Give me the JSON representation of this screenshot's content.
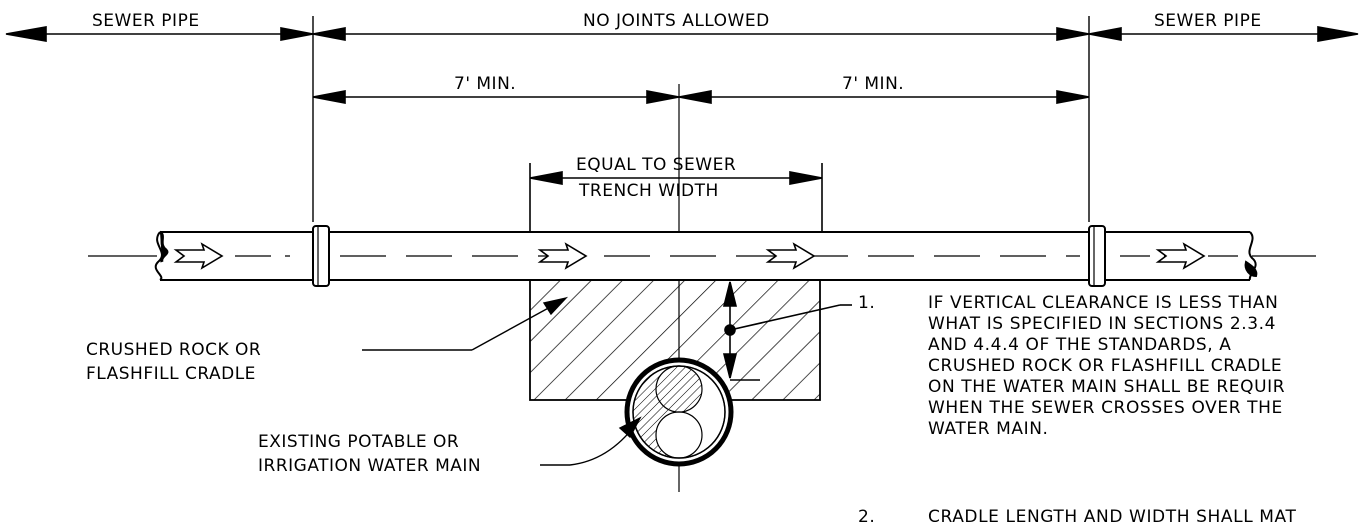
{
  "labels": {
    "sewer_pipe_left": "SEWER PIPE",
    "no_joints": "NO JOINTS ALLOWED",
    "sewer_pipe_right": "SEWER PIPE",
    "min_left": "7' MIN.",
    "min_right": "7' MIN.",
    "trench_line1": "EQUAL TO SEWER",
    "trench_line2": "TRENCH WIDTH",
    "cradle_line1": "CRUSHED ROCK OR",
    "cradle_line2": "FLASHFILL CRADLE",
    "main_line1": "EXISTING POTABLE OR",
    "main_line2": "IRRIGATION WATER MAIN"
  },
  "notes": [
    {
      "number": "1.",
      "lines": [
        "IF VERTICAL CLEARANCE IS LESS THAN",
        "WHAT IS SPECIFIED IN SECTIONS 2.3.4",
        "AND 4.4.4 OF THE STANDARDS, A",
        "CRUSHED ROCK OR FLASHFILL CRADLE",
        "ON THE WATER MAIN SHALL BE REQUIR",
        "WHEN THE SEWER CROSSES OVER THE",
        "WATER MAIN."
      ]
    },
    {
      "number": "2.",
      "lines": [
        "CRADLE LENGTH AND WIDTH SHALL MAT"
      ]
    }
  ]
}
